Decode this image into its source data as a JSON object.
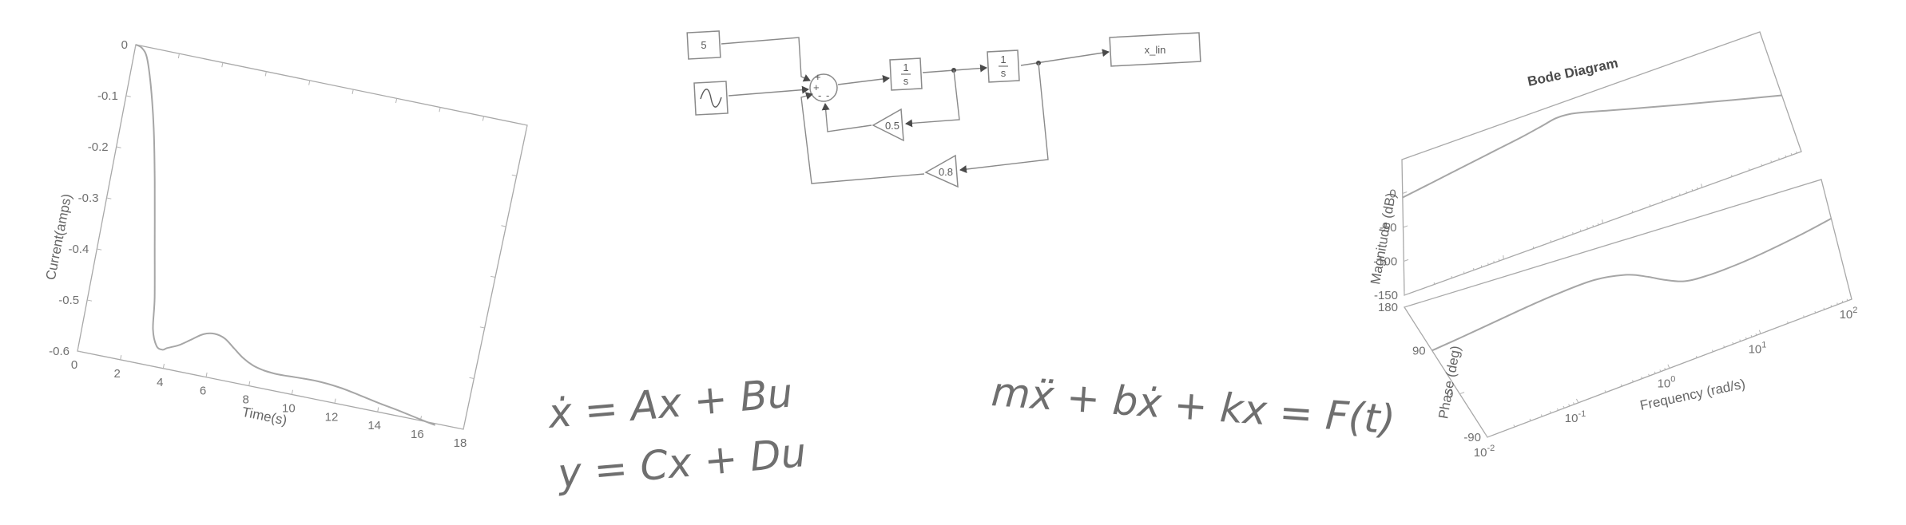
{
  "chart_data": [
    {
      "type": "line",
      "title": "",
      "xlabel": "Time(s)",
      "ylabel": "Current(amps)",
      "xlim": [
        0,
        18
      ],
      "ylim": [
        -0.6,
        0
      ],
      "xticks": [
        "0",
        "2",
        "4",
        "6",
        "8",
        "10",
        "12",
        "14",
        "16",
        "18"
      ],
      "yticks": [
        "0",
        "-0.1",
        "-0.2",
        "-0.3",
        "-0.4",
        "-0.5",
        "-0.6"
      ],
      "grid": false,
      "x": [
        0,
        0.3,
        0.6,
        1.0,
        1.5,
        2.0,
        2.5,
        3.0,
        3.2,
        3.5,
        3.8,
        4.0,
        4.5,
        5.0,
        5.5,
        6.0,
        6.5,
        7.0,
        7.5,
        8.0,
        8.5,
        9.0,
        9.5,
        10.0,
        11.0,
        12.0,
        13.0,
        14.0,
        15.0,
        16.0,
        16.7
      ],
      "y": [
        0,
        -0.004,
        -0.02,
        -0.07,
        -0.15,
        -0.25,
        -0.36,
        -0.47,
        -0.53,
        -0.56,
        -0.565,
        -0.56,
        -0.55,
        -0.535,
        -0.52,
        -0.515,
        -0.52,
        -0.535,
        -0.55,
        -0.56,
        -0.565,
        -0.567,
        -0.567,
        -0.566,
        -0.565,
        -0.568,
        -0.575,
        -0.583,
        -0.59,
        -0.598,
        -0.603
      ]
    },
    {
      "type": "line",
      "title": "Bode Diagram",
      "xlabel": "Frequency  (rad/s)",
      "xscale": "log",
      "xlim": [
        0.01,
        100
      ],
      "xticks": [
        "10-2",
        "10-1",
        "100",
        "101",
        "102"
      ],
      "grid": false,
      "panels": [
        {
          "name": "magnitude",
          "ylabel": "Magnitude (dB)",
          "ylim": [
            -150,
            50
          ],
          "yticks": [
            "0",
            "-50",
            "-100",
            "-150"
          ],
          "x": [
            0.01,
            0.02,
            0.05,
            0.1,
            0.2,
            0.35,
            0.5,
            0.7,
            1.0,
            2.0,
            5.0,
            10,
            20,
            50,
            100
          ],
          "y": [
            -6,
            0,
            8,
            14,
            20,
            26,
            30,
            29,
            24,
            12,
            -4,
            -16,
            -28,
            -44,
            -56
          ]
        },
        {
          "name": "phase",
          "ylabel": "Phase (deg)",
          "ylim": [
            -90,
            180
          ],
          "yticks": [
            "180",
            "90",
            "0",
            "-90"
          ],
          "x": [
            0.01,
            0.02,
            0.05,
            0.1,
            0.2,
            0.5,
            1.0,
            1.5,
            2.0,
            3.0,
            5.0,
            10,
            20,
            50,
            100
          ],
          "y": [
            90,
            96,
            105,
            112,
            118,
            122,
            112,
            95,
            80,
            64,
            60,
            62,
            68,
            80,
            92
          ]
        }
      ]
    }
  ],
  "block_diagram": {
    "constant_value": "5",
    "gain_1": "0.5",
    "gain_2": "0.8",
    "integrator_num": "1",
    "integrator_den": "s",
    "output_label": "x_lin",
    "sum_signs": [
      "+",
      "+",
      "-",
      "-"
    ]
  },
  "equations": {
    "state_equation": "ẋ = Ax + Bu",
    "output_equation": "y = Cx + Du",
    "mass_spring_damper": "mẍ + bẋ + kx = F(t)"
  }
}
